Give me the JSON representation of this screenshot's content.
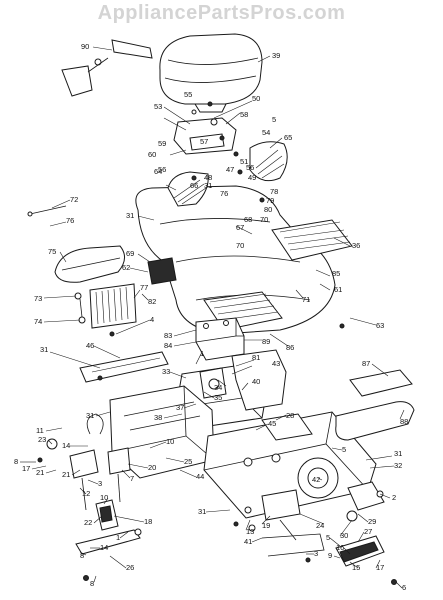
{
  "watermark": "AppliancePartsPros.com",
  "callouts": [
    {
      "label": "90"
    },
    {
      "label": "39"
    },
    {
      "label": "55"
    },
    {
      "label": "50"
    },
    {
      "label": "53"
    },
    {
      "label": "58"
    },
    {
      "label": "5"
    },
    {
      "label": "57"
    },
    {
      "label": "54"
    },
    {
      "label": "65"
    },
    {
      "label": "59"
    },
    {
      "label": "60"
    },
    {
      "label": "51"
    },
    {
      "label": "56"
    },
    {
      "label": "56"
    },
    {
      "label": "47"
    },
    {
      "label": "48"
    },
    {
      "label": "49"
    },
    {
      "label": "64"
    },
    {
      "label": "66"
    },
    {
      "label": "31"
    },
    {
      "label": "76"
    },
    {
      "label": "78"
    },
    {
      "label": "79"
    },
    {
      "label": "80"
    },
    {
      "label": "72"
    },
    {
      "label": "76"
    },
    {
      "label": "31"
    },
    {
      "label": "68"
    },
    {
      "label": "70"
    },
    {
      "label": "67"
    },
    {
      "label": "70"
    },
    {
      "label": "36"
    },
    {
      "label": "75"
    },
    {
      "label": "69"
    },
    {
      "label": "62"
    },
    {
      "label": "85"
    },
    {
      "label": "61"
    },
    {
      "label": "73"
    },
    {
      "label": "77"
    },
    {
      "label": "82"
    },
    {
      "label": "71"
    },
    {
      "label": "74"
    },
    {
      "label": "4"
    },
    {
      "label": "63"
    },
    {
      "label": "83"
    },
    {
      "label": "84"
    },
    {
      "label": "89"
    },
    {
      "label": "86"
    },
    {
      "label": "31"
    },
    {
      "label": "46"
    },
    {
      "label": "1"
    },
    {
      "label": "81"
    },
    {
      "label": "43"
    },
    {
      "label": "87"
    },
    {
      "label": "33"
    },
    {
      "label": "34"
    },
    {
      "label": "40"
    },
    {
      "label": "35"
    },
    {
      "label": "37"
    },
    {
      "label": "38"
    },
    {
      "label": "31"
    },
    {
      "label": "88"
    },
    {
      "label": "11"
    },
    {
      "label": "23"
    },
    {
      "label": "45"
    },
    {
      "label": "28"
    },
    {
      "label": "14"
    },
    {
      "label": "10"
    },
    {
      "label": "5"
    },
    {
      "label": "31"
    },
    {
      "label": "32"
    },
    {
      "label": "25"
    },
    {
      "label": "20"
    },
    {
      "label": "44"
    },
    {
      "label": "8"
    },
    {
      "label": "17"
    },
    {
      "label": "21"
    },
    {
      "label": "21"
    },
    {
      "label": "7"
    },
    {
      "label": "42"
    },
    {
      "label": "3"
    },
    {
      "label": "12"
    },
    {
      "label": "10"
    },
    {
      "label": "2"
    },
    {
      "label": "22"
    },
    {
      "label": "18"
    },
    {
      "label": "31"
    },
    {
      "label": "13"
    },
    {
      "label": "19"
    },
    {
      "label": "29"
    },
    {
      "label": "24"
    },
    {
      "label": "30"
    },
    {
      "label": "1"
    },
    {
      "label": "41"
    },
    {
      "label": "27"
    },
    {
      "label": "5"
    },
    {
      "label": "16"
    },
    {
      "label": "14"
    },
    {
      "label": "3"
    },
    {
      "label": "9"
    },
    {
      "label": "8"
    },
    {
      "label": "15"
    },
    {
      "label": "17"
    },
    {
      "label": "6"
    },
    {
      "label": "26"
    },
    {
      "label": "8"
    }
  ]
}
